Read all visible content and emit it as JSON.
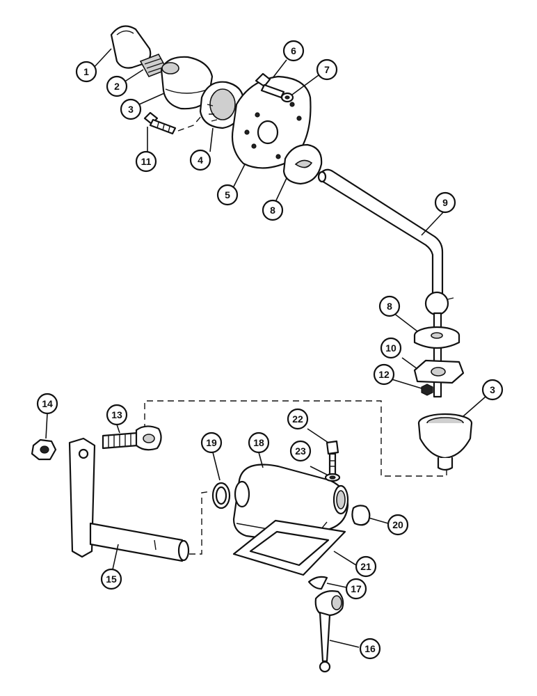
{
  "callouts": [
    {
      "id": "c1",
      "label": "1"
    },
    {
      "id": "c2",
      "label": "2"
    },
    {
      "id": "c3a",
      "label": "3"
    },
    {
      "id": "c3b",
      "label": "3"
    },
    {
      "id": "c4",
      "label": "4"
    },
    {
      "id": "c5",
      "label": "5"
    },
    {
      "id": "c6",
      "label": "6"
    },
    {
      "id": "c7",
      "label": "7"
    },
    {
      "id": "c8a",
      "label": "8"
    },
    {
      "id": "c8b",
      "label": "8"
    },
    {
      "id": "c9",
      "label": "9"
    },
    {
      "id": "c10",
      "label": "10"
    },
    {
      "id": "c11",
      "label": "11"
    },
    {
      "id": "c12",
      "label": "12"
    },
    {
      "id": "c13",
      "label": "13"
    },
    {
      "id": "c14",
      "label": "14"
    },
    {
      "id": "c15",
      "label": "15"
    },
    {
      "id": "c16",
      "label": "16"
    },
    {
      "id": "c17",
      "label": "17"
    },
    {
      "id": "c18",
      "label": "18"
    },
    {
      "id": "c19",
      "label": "19"
    },
    {
      "id": "c20",
      "label": "20"
    },
    {
      "id": "c21",
      "label": "21"
    },
    {
      "id": "c22",
      "label": "22"
    },
    {
      "id": "c23",
      "label": "23"
    }
  ],
  "colors": {
    "ink": "#111111",
    "paper": "#ffffff",
    "shade": "#cfcfcf"
  }
}
